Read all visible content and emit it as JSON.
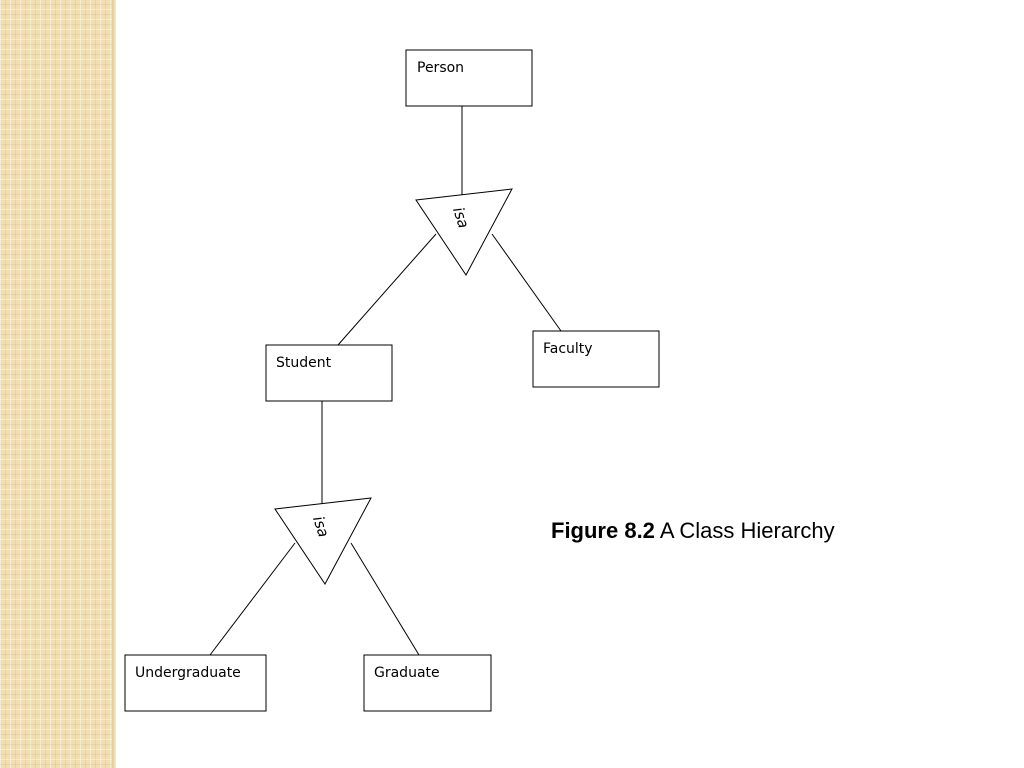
{
  "entities": {
    "person": "Person",
    "student": "Student",
    "faculty": "Faculty",
    "undergraduate": "Undergraduate",
    "graduate": "Graduate"
  },
  "isa": {
    "top": "isa",
    "bottom": "isa"
  },
  "caption": {
    "figure_number": "Figure 8.2",
    "title": "A Class Hierarchy"
  },
  "colors": {
    "line": "#000000",
    "box_fill": "#ffffff",
    "side_pattern": "#f1dfb2"
  }
}
